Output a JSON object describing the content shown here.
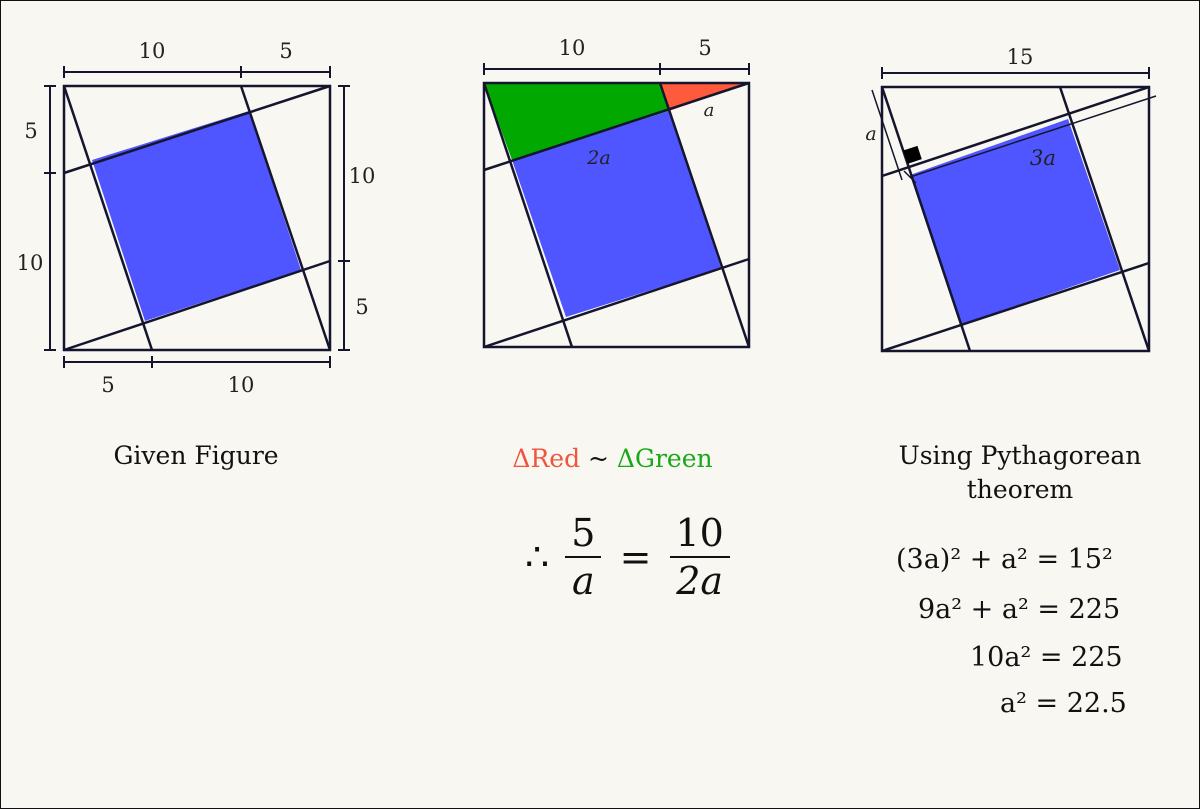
{
  "panel1": {
    "caption": "Given Figure",
    "labels": {
      "top_a": "10",
      "top_b": "5",
      "left_a": "5",
      "left_b": "10",
      "right_a": "10",
      "right_b": "5",
      "bottom_a": "5",
      "bottom_b": "10"
    }
  },
  "panel2": {
    "caption_red": "ΔRed",
    "caption_sep": " ~ ",
    "caption_green": "ΔGreen",
    "labels": {
      "top_a": "10",
      "top_b": "5",
      "seg_a": "a",
      "seg_2a": "2a"
    },
    "equation": {
      "therefore": "∴",
      "lhs_num": "5",
      "lhs_den": "a",
      "equals": "=",
      "rhs_num": "10",
      "rhs_den": "2a"
    }
  },
  "panel3": {
    "caption_line1": "Using Pythagorean",
    "caption_line2": "theorem",
    "labels": {
      "top": "15",
      "side_a": "a",
      "side_3a": "3a"
    },
    "equations": [
      "(3a)² + a² = 15²",
      "9a² + a² = 225",
      "10a² = 225",
      "a² = 22.5"
    ]
  },
  "colors": {
    "inner_square": "#4f55ff",
    "triangle_red": "#ff5a3c",
    "triangle_green": "#00a800",
    "line": "#15152e"
  }
}
